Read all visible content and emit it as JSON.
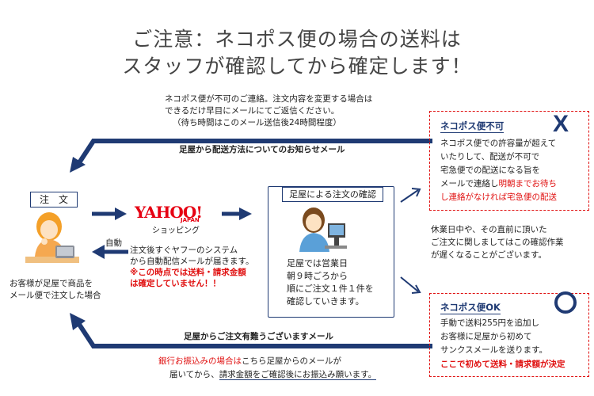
{
  "title": {
    "line1": "ご注意：ネコポス便の場合の送料は",
    "line2": "スタッフが確認してから確定します！"
  },
  "top_note": {
    "line1": "ネコポス便が不可のご連絡。注文内容を変更する場合は",
    "line2": "できるだけ早目にメールにてご返信ください。",
    "line3": "（待ち時間はこのメール送信後24時間程度）"
  },
  "top_arrow_label": "足屋から配送方法についてのお知らせメール",
  "order_label": "注　文",
  "customer_caption": {
    "line1": "お客様が足屋で商品を",
    "line2": "メール便で注文した場合"
  },
  "yahoo": {
    "logo": "YAHOO!",
    "sub": "JAPAN",
    "shopping": "ショッピング"
  },
  "auto_label": "自動",
  "auto_text": {
    "line1": "注文後すぐヤフーのシステム",
    "line2": "から自動配信メールが届きます。",
    "line3": "※この時点では送料・請求金額",
    "line4": "は確定していません！！"
  },
  "staff_box": {
    "label": "足屋による注文の確認",
    "line1": "足屋では営業日",
    "line2": "朝９時ごろから",
    "line3": "順にご注文１件１件を",
    "line4": "確認していきます。"
  },
  "ng_box": {
    "title": "ネコポス便不可",
    "mark": "X",
    "line1": "ネコポス便での許容量が超えて",
    "line2": "いたりして、配送が不可で",
    "line3": "宅急便での配送になる旨を",
    "line4a": "メールで連絡し",
    "line4b": "明朝までお待ち",
    "line5": "し連絡がなければ宅急便の配送"
  },
  "holiday_note": {
    "line1": "休業日中や、その直前に頂いた",
    "line2": "ご注文に関しましてはこの確認作業",
    "line3": "が遅くなることがございます。"
  },
  "ok_box": {
    "title": "ネコポス便OK",
    "mark": "O",
    "line1": "手動で送料255円を追加し",
    "line2": "お客様に足屋から初めて",
    "line3": "サンクスメールを送ります。",
    "line4": "ここで初めて送料・請求額が決定"
  },
  "bottom_arrow_label": "足屋からご注文有難うございますメール",
  "bottom_note": {
    "line1a": "銀行お振込みの場合は",
    "line1b": "こちら足屋からのメールが",
    "line2a": "届いてから、",
    "line2b": "請求金額をご確認後にお振込み願います。"
  },
  "colors": {
    "navy": "#1f3a73",
    "red": "#e01010",
    "yahoo_red": "#e60012"
  }
}
